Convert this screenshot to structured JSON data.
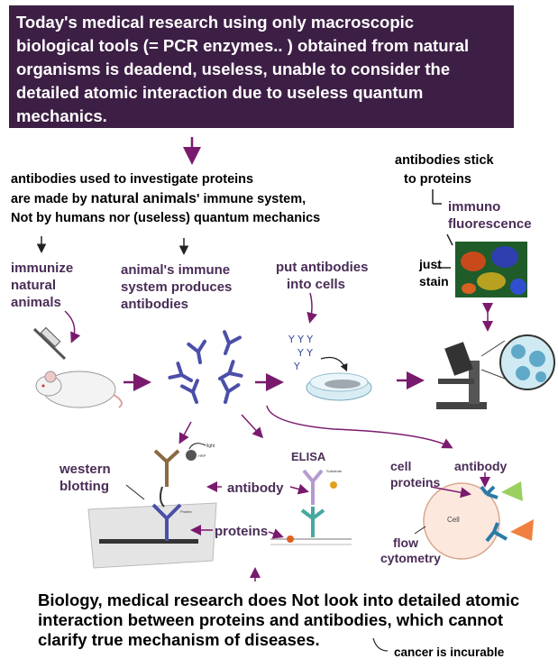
{
  "banner": {
    "l1_a": "Today's medical research using only ",
    "l1_b": "macro",
    "l1_c": "scopic",
    "l2": "biological tools (= PCR enzymes.. ) obtained from natural",
    "l3_a": "organisms is ",
    "l3_b": "deadend, useless, unable",
    "l3_c": " to consider the",
    "l4_a": "detailed ",
    "l4_b": "atomic",
    "l4_c": " interaction due to useless quantum",
    "l5": "mechanics."
  },
  "antibodies_note": {
    "l1": "antibodies used to investigate proteins",
    "l2_a": "are made by ",
    "l2_b": "natural animals",
    "l2_c": "' immune system,",
    "l3": "Not by humans nor (useless) quantum mechanics"
  },
  "stick": {
    "l1": "antibodies stick",
    "l2": "to proteins"
  },
  "immuno": {
    "l1": "immuno",
    "l2": "fluorescence"
  },
  "just_stain": {
    "l1": "just",
    "l2": "stain"
  },
  "immunize": {
    "l1": "immunize",
    "l2": "natural",
    "l3": "animals"
  },
  "immune_system": {
    "l1": "animal's immune",
    "l2": "system produces",
    "l3": "antibodies"
  },
  "put_cells": {
    "l1": "put antibodies",
    "l2": "into cells"
  },
  "western": {
    "l1": "western",
    "l2": "blotting"
  },
  "elisa": "ELISA",
  "antibody_mid": "antibody",
  "proteins_mid": "proteins",
  "cell_proteins": {
    "l1": "cell",
    "l2": "proteins"
  },
  "antibody_right": "antibody",
  "flow": {
    "l1": "flow",
    "l2": "cytometry"
  },
  "cell_label": "Cell",
  "light_label": "light",
  "hrp_label": "HRP",
  "protein_label": "Protein",
  "substrate_label": "Substrate",
  "bottom": {
    "l1": "Biology, medical research does Not look into detailed atomic",
    "l2": "interaction between proteins and antibodies,  which cannot",
    "l3": "clarify true mechanism of diseases."
  },
  "cancer_note": "cancer is incurable",
  "colors": {
    "banner_bg": "#3d1f45",
    "arrow": "#7a1a6e",
    "label": "#4a2d57",
    "antibody": "#4b4fa8"
  }
}
